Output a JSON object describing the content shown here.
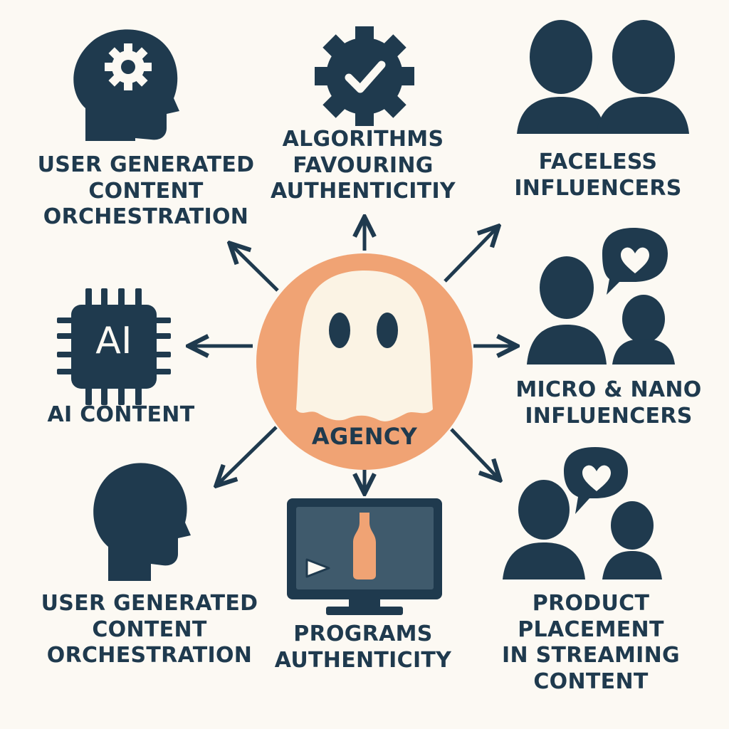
{
  "center": {
    "label": "AGENCY",
    "icon": "ghost-icon"
  },
  "nodes": [
    {
      "id": "ugc-top",
      "label": "USER GENERATED\nCONTENT\nORCHESTRATION",
      "icon": "head-gear-icon"
    },
    {
      "id": "algorithms",
      "label": "ALGORITHMS\nFAVOURING\nAUTHENTICITIY",
      "icon": "gear-check-icon"
    },
    {
      "id": "faceless",
      "label": "FACELESS\nINFLUENCERS",
      "icon": "two-people-icon"
    },
    {
      "id": "ai-content",
      "label": "AI CONTENT",
      "icon": "ai-chip-icon",
      "chip_text": "AI"
    },
    {
      "id": "micro-nano",
      "label": "MICRO & NANO\nINFLUENCERS",
      "icon": "people-heart-bubble-icon"
    },
    {
      "id": "ugc-bottom",
      "label": "USER GENERATED\nCONTENT\nORCHESTRATION",
      "icon": "head-profile-icon"
    },
    {
      "id": "programs",
      "label": "PROGRAMS\nAUTHENTICITY",
      "icon": "monitor-bottle-icon"
    },
    {
      "id": "product-placement",
      "label": "PRODUCT PLACEMENT\nIN STREAMING\nCONTENT",
      "icon": "people-heart-bubble-icon"
    }
  ],
  "colors": {
    "background": "#fcf9f3",
    "primary": "#1f3a4e",
    "accent": "#f0a374",
    "ghost": "#fbf3e4",
    "screen": "#3f5a6c"
  }
}
